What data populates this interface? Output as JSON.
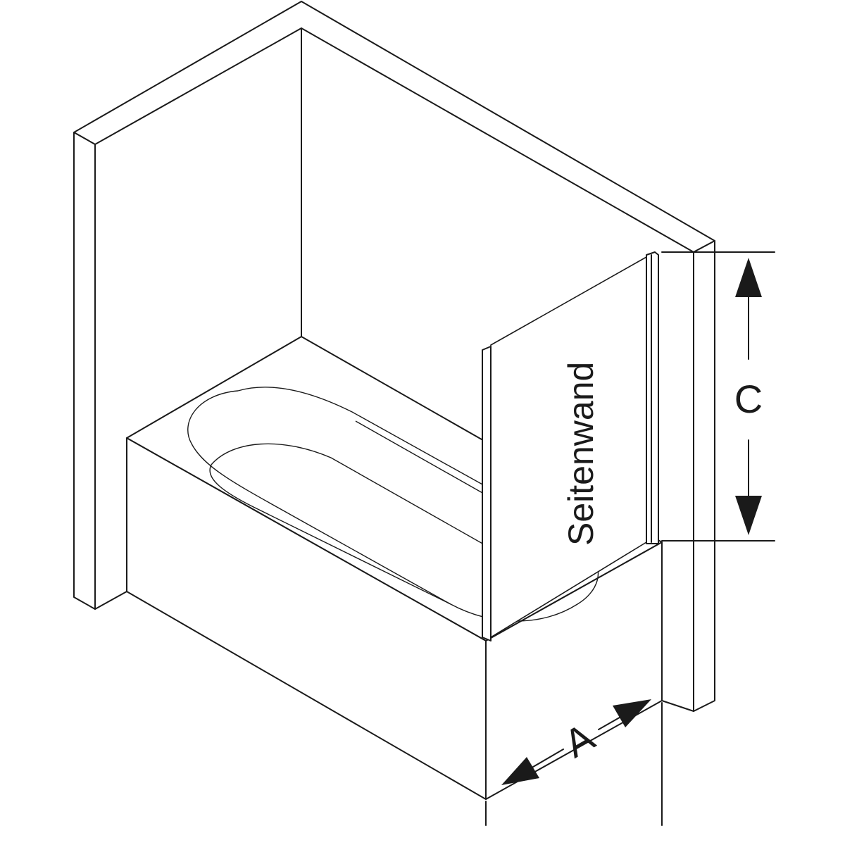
{
  "diagram": {
    "panel_label": "Seitenwand",
    "dimension_width_label": "A",
    "dimension_height_label": "C",
    "line_color": "#1a1a1a",
    "background_color": "#ffffff"
  }
}
